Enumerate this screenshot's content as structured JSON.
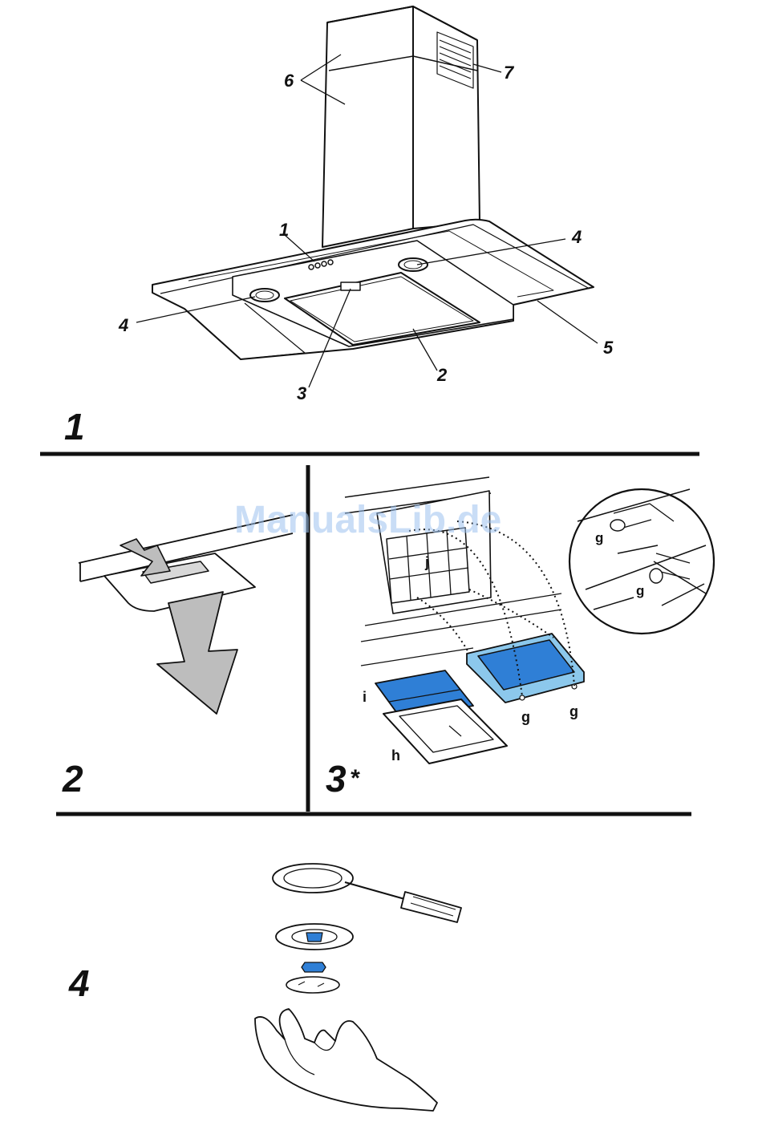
{
  "figure1": {
    "number": "1",
    "callouts": [
      "1",
      "2",
      "3",
      "4",
      "4",
      "5",
      "6",
      "7"
    ]
  },
  "figure2": {
    "number": "2"
  },
  "figure3": {
    "number": "3",
    "marker": "*",
    "labels": {
      "j": "j",
      "i": "i",
      "h": "h",
      "g": "g"
    }
  },
  "figure4": {
    "number": "4"
  },
  "watermark": "ManualsLib.de",
  "colors": {
    "filter_blue": "#2f7fd6",
    "filter_blue_light": "#8cc8ec",
    "arrow_gray": "#bdbdbd",
    "ink": "#111111"
  }
}
